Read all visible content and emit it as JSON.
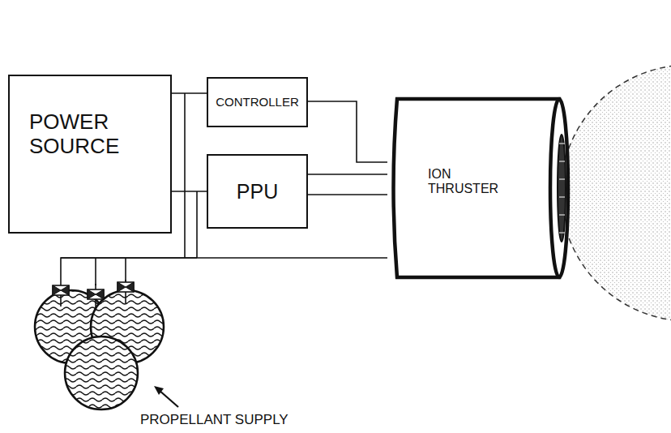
{
  "diagram": {
    "nodes": [
      {
        "text": [
          "POWER SOURCE"
        ]
      },
      {
        "text": [
          "CONTROLLER"
        ]
      },
      {
        "text": [
          "PPU"
        ]
      },
      {
        "text": [
          "ION THRUSTER"
        ]
      },
      {
        "text": [
          "PROPELLANT SUPPLY"
        ]
      }
    ],
    "edges": [
      {
        "from": 0,
        "to": 1,
        "arrow": "none"
      },
      {
        "from": 0,
        "to": 2,
        "arrow": "none"
      },
      {
        "from": 1,
        "to": 3,
        "arrow": "none"
      },
      {
        "from": 2,
        "to": 3,
        "arrow": "none"
      },
      {
        "from": 4,
        "to": 3,
        "arrow": "none"
      }
    ]
  }
}
